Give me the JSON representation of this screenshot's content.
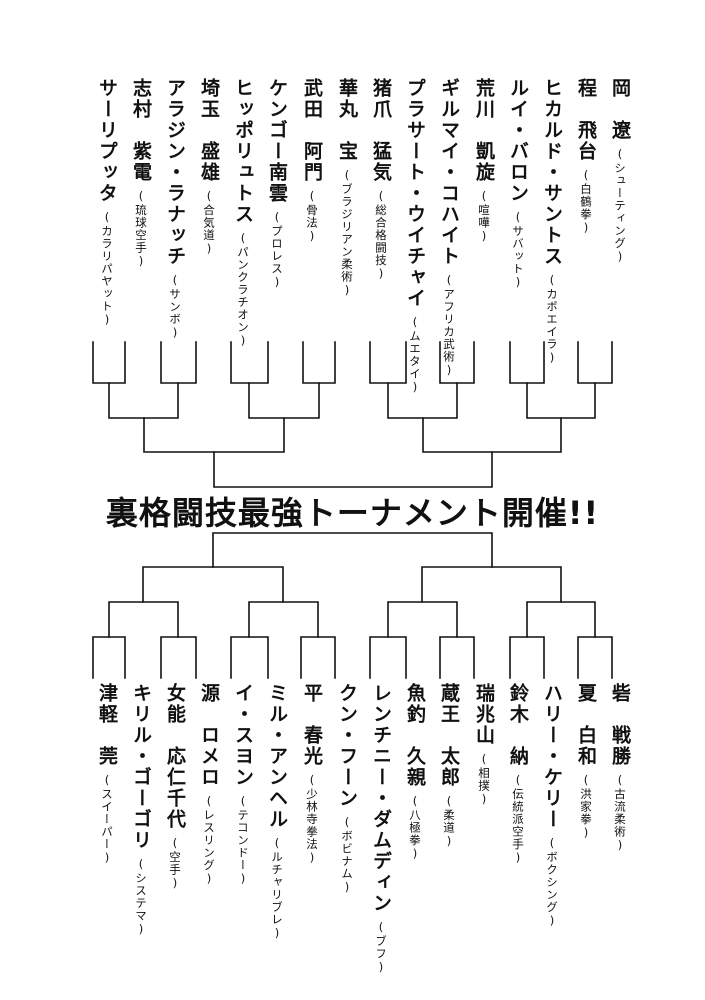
{
  "title": "裏格闘技最強トーナメント開催!!",
  "top_entrants": [
    {
      "name": "岡　遼",
      "style": "(シューティング)"
    },
    {
      "name": "程　飛台",
      "style": "(白鶴拳)"
    },
    {
      "name": "ヒカルド・サントス",
      "style": "(カポエイラ)"
    },
    {
      "name": "ルイ・バロン",
      "style": "(サバット)"
    },
    {
      "name": "荒川　凱旋",
      "style": "(喧嘩)"
    },
    {
      "name": "ギルマイ・コハイト",
      "style": "(アフリカ武術)"
    },
    {
      "name": "プラサート・ウイチャイ",
      "style": "(ムエタイ)"
    },
    {
      "name": "猪爪　猛気",
      "style": "(総合格闘技)"
    },
    {
      "name": "華丸　宝",
      "style": "(ブラジリアン柔術)"
    },
    {
      "name": "武田　阿門",
      "style": "(骨法)"
    },
    {
      "name": "ケンゴー南雲",
      "style": "(プロレス)"
    },
    {
      "name": "ヒッポリュトス",
      "style": "(パンクラチオン)"
    },
    {
      "name": "埼玉　盛雄",
      "style": "(合気道)"
    },
    {
      "name": "アラジン・ラナッチ",
      "style": "(サンボ)"
    },
    {
      "name": "志村　紫電",
      "style": "(琉球空手)"
    },
    {
      "name": "サーリプッタ",
      "style": "(カラリパヤット)"
    }
  ],
  "bottom_entrants": [
    {
      "name": "砦　戦勝",
      "style": "(古流柔術)"
    },
    {
      "name": "夏　白和",
      "style": "(洪家拳)"
    },
    {
      "name": "ハリー・ケリー",
      "style": "(ボクシング)"
    },
    {
      "name": "鈴木　納",
      "style": "(伝統派空手)"
    },
    {
      "name": "瑞兆山",
      "style": "(相撲)"
    },
    {
      "name": "蔵王　太郎",
      "style": "(柔道)"
    },
    {
      "name": "魚釣　久親",
      "style": "(八極拳)"
    },
    {
      "name": "レンチニー・ダムディン",
      "style": "(ブフ)"
    },
    {
      "name": "クン・フーン",
      "style": "(ボビナム)"
    },
    {
      "name": "平　春光",
      "style": "(少林寺拳法)"
    },
    {
      "name": "ミル・アンヘル",
      "style": "(ルチャリブレ)"
    },
    {
      "name": "イ・スヨン",
      "style": "(テコンドー)"
    },
    {
      "name": "源　ロメロ",
      "style": "(レスリング)"
    },
    {
      "name": "女能　応仁千代",
      "style": "(空手)"
    },
    {
      "name": "キリル・ゴーゴリ",
      "style": "(システマ)"
    },
    {
      "name": "津軽　莞",
      "style": "(スイーパー)"
    }
  ]
}
